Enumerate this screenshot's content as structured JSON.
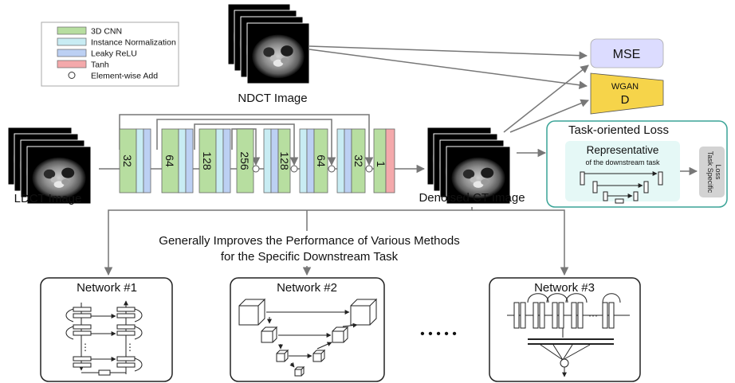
{
  "legend": {
    "items": [
      {
        "label": "3D CNN",
        "color": "#b7dea0"
      },
      {
        "label": "Instance Normalization",
        "color": "#c8ecf3"
      },
      {
        "label": "Leaky ReLU",
        "color": "#bcd0f3"
      },
      {
        "label": "Tanh",
        "color": "#f4a9ab"
      },
      {
        "label": "Element-wise Add",
        "color": "#ffffff"
      }
    ]
  },
  "images": {
    "ndct": "NDCT Image",
    "ldct": "LDCT Image",
    "denoised": "Denoised CT Image"
  },
  "network": {
    "channels": [
      "32",
      "64",
      "128",
      "256",
      "128",
      "64",
      "32",
      "1"
    ]
  },
  "losses": {
    "mse": "MSE",
    "wgan_title": "WGAN",
    "wgan_d": "D",
    "task_oriented_title": "Task-oriented  Loss",
    "representative_title": "Representative",
    "representative_sub": "of the downstream task",
    "task_specific_line1": "Task Specific",
    "task_specific_line2": "Loss"
  },
  "caption": {
    "line1": "Generally Improves the Performance of Various Methods",
    "line2": "for the Specific Downstream Task"
  },
  "networks": [
    "Network #1",
    "Network #2",
    "Network #3"
  ],
  "ellipsis": "• • • • •",
  "colors": {
    "cnn": "#b7dea0",
    "inorm": "#c8ecf3",
    "lrelu": "#bcd0f3",
    "tanh": "#f4a9ab",
    "mse_fill": "#dcdcff",
    "wgan_fill": "#f6d44a",
    "task_border": "#3aa497",
    "task_fill": "#e5f8f6",
    "task_specific_fill": "#d3d3d3",
    "arrow": "#777777"
  }
}
